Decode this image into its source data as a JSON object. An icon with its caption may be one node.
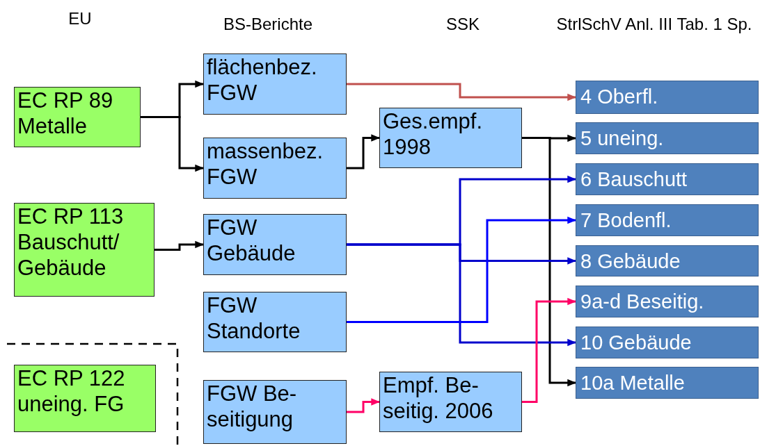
{
  "diagram": {
    "nodes": [
      {
        "text": [
          "EC RP 89 Metalle"
        ]
      },
      {
        "text": [
          "EC RP 113 Bauschutt/ Gebäude"
        ]
      },
      {
        "text": [
          "EC RP 122 uneing. FG"
        ]
      },
      {
        "text": [
          "flächenbez. FGW"
        ]
      },
      {
        "text": [
          "massenbez. FGW"
        ]
      },
      {
        "text": [
          "FGW Gebäude"
        ]
      },
      {
        "text": [
          "FGW Standorte"
        ]
      },
      {
        "text": [
          "FGW Be- seitigung"
        ]
      },
      {
        "text": [
          "Ges.empf. 1998"
        ]
      },
      {
        "text": [
          "Empf. Be- seitig. 2006"
        ]
      },
      {
        "text": [
          "4 Oberfl."
        ]
      },
      {
        "text": [
          "5 uneing."
        ]
      },
      {
        "text": [
          "6 Bauschutt"
        ]
      },
      {
        "text": [
          "7 Bodenfl."
        ]
      },
      {
        "text": [
          "8 Gebäude"
        ]
      },
      {
        "text": [
          "9a-d Beseitig."
        ]
      },
      {
        "text": [
          "10 Gebäude"
        ]
      },
      {
        "text": [
          "10a Metalle"
        ]
      }
    ],
    "edges": [
      {
        "from": 0,
        "to": 3,
        "arrow": "to"
      },
      {
        "from": 0,
        "to": 4,
        "arrow": "to"
      },
      {
        "from": 1,
        "to": 5,
        "arrow": "to"
      },
      {
        "from": 3,
        "to": 10,
        "arrow": "to",
        "color": "#c0504d"
      },
      {
        "from": 4,
        "to": 8,
        "arrow": "to"
      },
      {
        "from": 8,
        "to": 11,
        "arrow": "to"
      },
      {
        "from": 8,
        "to": 17,
        "arrow": "to"
      },
      {
        "from": 5,
        "to": 12,
        "arrow": "to",
        "color": "#0000cc"
      },
      {
        "from": 5,
        "to": 14,
        "arrow": "to",
        "color": "#0000cc"
      },
      {
        "from": 5,
        "to": 16,
        "arrow": "to",
        "color": "#0000cc"
      },
      {
        "from": 6,
        "to": 13,
        "arrow": "to",
        "color": "#0000ff"
      },
      {
        "from": 7,
        "to": 9,
        "arrow": "to",
        "color": "#ff0066"
      },
      {
        "from": 9,
        "to": 15,
        "arrow": "to",
        "color": "#ff0066"
      }
    ],
    "labels": [
      "EU",
      "BS-Berichte",
      "SSK",
      "StrlSchV Anl. III Tab. 1 Sp."
    ]
  }
}
